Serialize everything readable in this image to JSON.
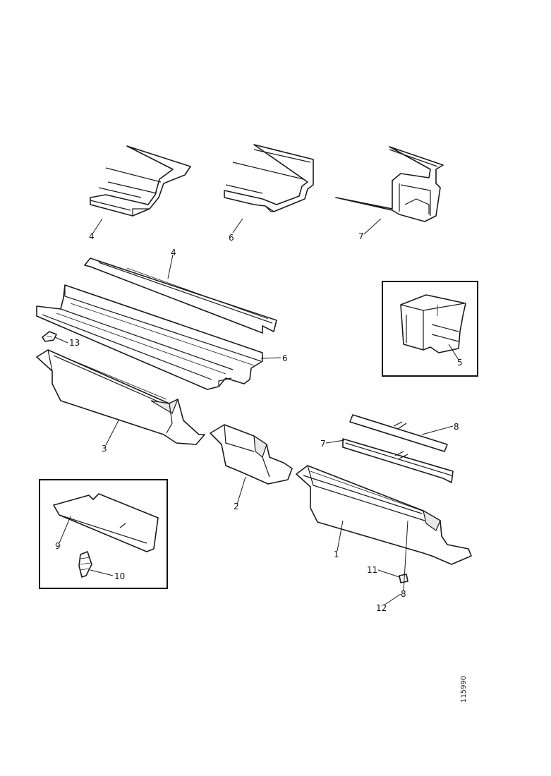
{
  "callouts": {
    "c4_top": "4",
    "c6_top": "6",
    "c7_top": "7",
    "c4_mid": "4",
    "c6_mid": "6",
    "c13": "13",
    "c5": "5",
    "c3": "3",
    "c8_right": "8",
    "c7_right": "7",
    "c2": "2",
    "c1": "1",
    "c9": "9",
    "c10": "10",
    "c11": "11",
    "c8_bottom": "8",
    "c12": "12"
  },
  "reference_number": "115990",
  "colors": {
    "line": "#1a1a1a",
    "background": "#ffffff"
  }
}
